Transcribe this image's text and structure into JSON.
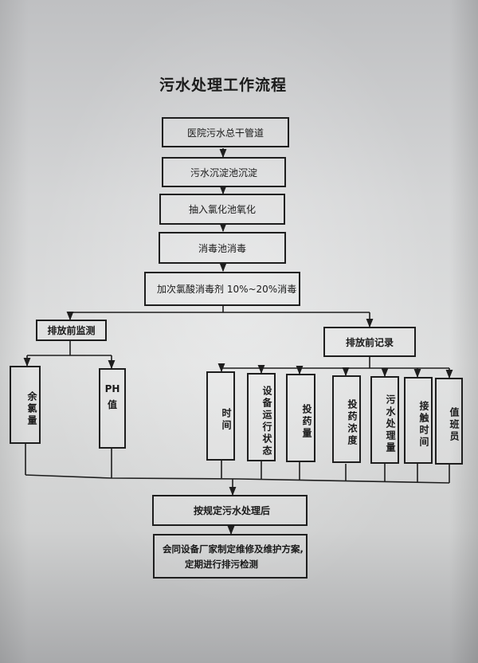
{
  "title": "污水处理工作流程",
  "steps": [
    "医院污水总干管道",
    "污水沉淀池沉淀",
    "抽入氯化池氧化",
    "消毒池消毒",
    "加次氯酸消毒剂 10%~20%消毒"
  ],
  "left_branch": {
    "label": "排放前监测",
    "items": [
      "余氯量",
      "PH值"
    ]
  },
  "right_branch": {
    "label": "排放前记录",
    "items": [
      "时间",
      "设备运行状态",
      "投药量",
      "投药浓度",
      "污水处理量",
      "接触时间",
      "值班员"
    ]
  },
  "after": "按规定污水处理后",
  "final": {
    "line1": "会同设备厂家制定维修及维护方案,",
    "line2": "定期进行排污检测"
  }
}
